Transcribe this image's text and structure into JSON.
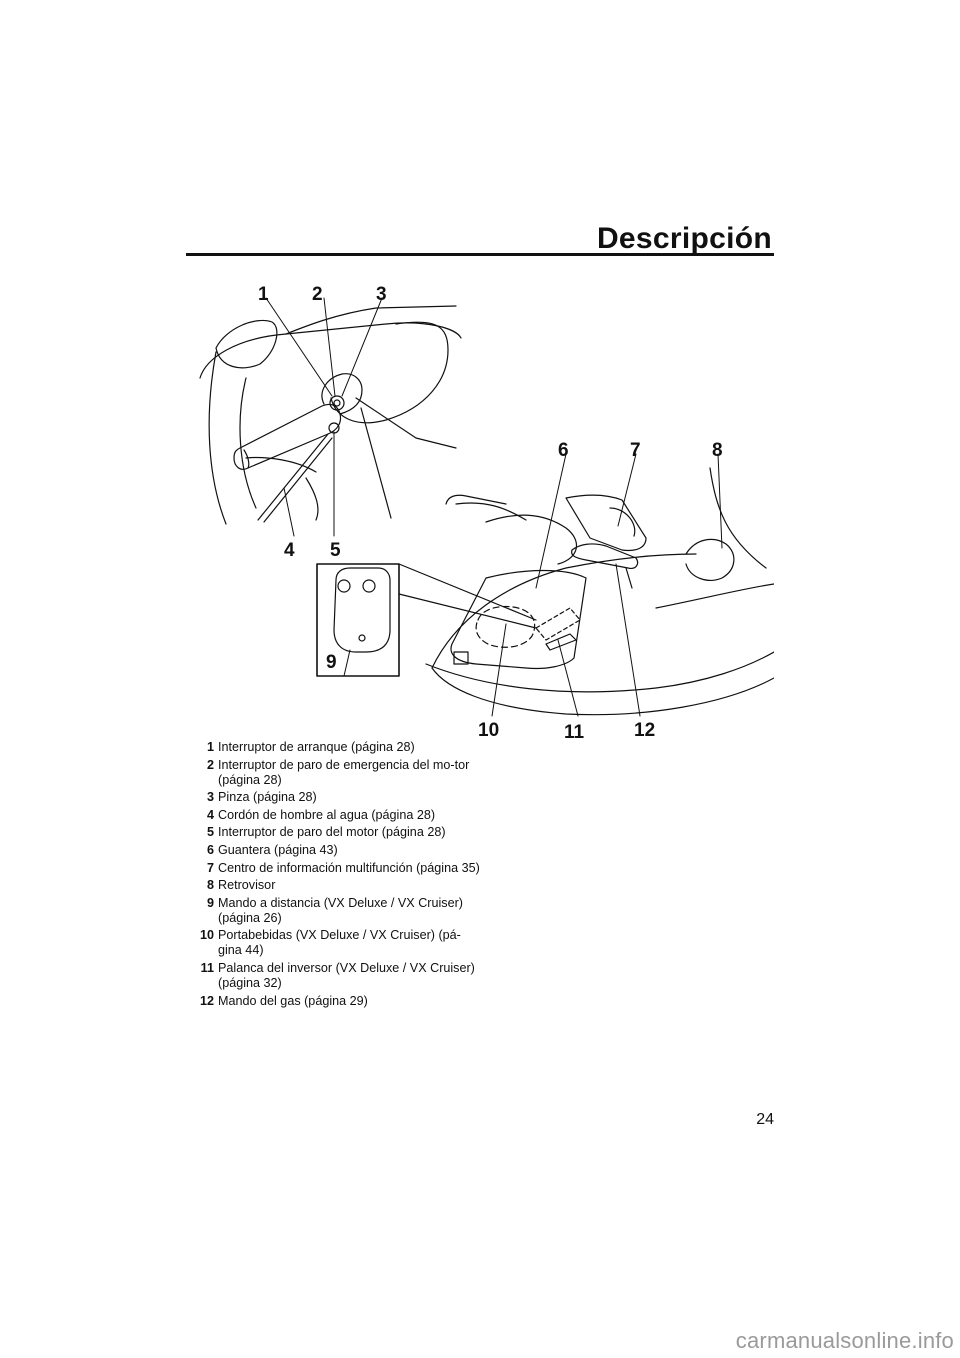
{
  "page": {
    "title": "Descripción",
    "page_number": "24",
    "watermark": "carmanualsonline.info"
  },
  "figure": {
    "callouts": [
      "1",
      "2",
      "3",
      "4",
      "5",
      "6",
      "7",
      "8",
      "9",
      "10",
      "11",
      "12"
    ]
  },
  "legend": [
    {
      "num": "1",
      "text": "Interruptor de arranque (página 28)"
    },
    {
      "num": "2",
      "text": "Interruptor de paro de emergencia del mo-tor (página 28)"
    },
    {
      "num": "3",
      "text": "Pinza (página 28)"
    },
    {
      "num": "4",
      "text": "Cordón de hombre al agua (página 28)"
    },
    {
      "num": "5",
      "text": "Interruptor de paro del motor (página 28)"
    },
    {
      "num": "6",
      "text": "Guantera (página 43)"
    },
    {
      "num": "7",
      "text": "Centro de información multifunción (página 35)"
    },
    {
      "num": "8",
      "text": "Retrovisor"
    },
    {
      "num": "9",
      "text": "Mando a distancia (VX Deluxe / VX Cruiser) (página 26)"
    },
    {
      "num": "10",
      "text": "Portabebidas (VX Deluxe / VX Cruiser) (pá-gina 44)"
    },
    {
      "num": "11",
      "text": "Palanca del inversor (VX Deluxe / VX Cruiser) (página 32)"
    },
    {
      "num": "12",
      "text": "Mando del gas (página 29)"
    }
  ]
}
